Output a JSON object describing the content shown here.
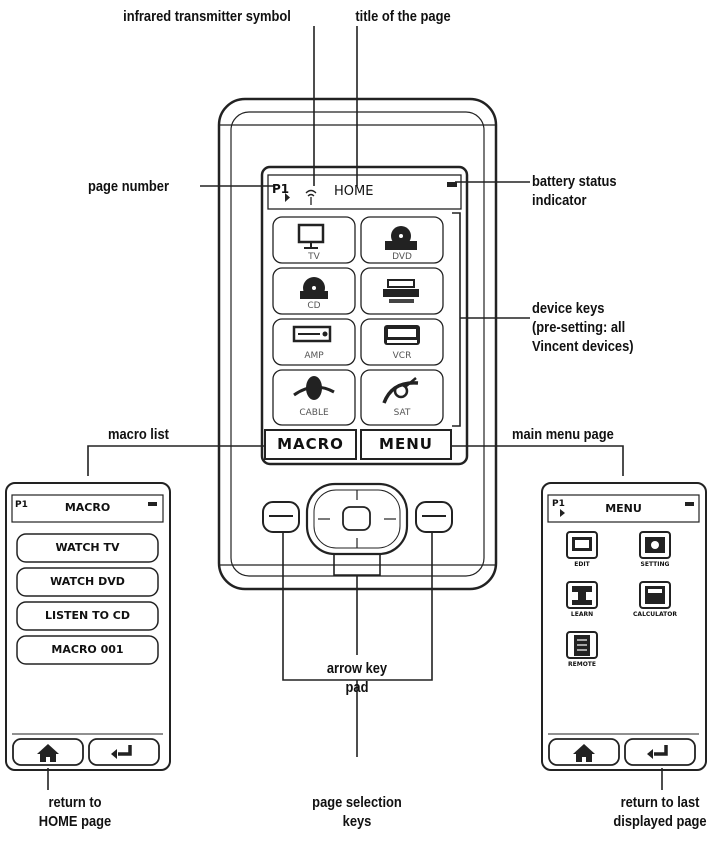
{
  "callouts": {
    "infrared": "infrared transmitter symbol",
    "title": "title of the page",
    "page_number": "page number",
    "battery": "battery status\nindicator",
    "device_keys": "device keys\n(pre-setting: all\nVincent devices)",
    "macro_list": "macro list",
    "main_menu": "main menu page",
    "arrow_pad": "arrow key\npad",
    "return_home": "return to\nHOME page",
    "page_selection": "page selection\nkeys",
    "return_last": "return to last\ndisplayed page"
  },
  "main_screen": {
    "page": "P1",
    "title": "HOME",
    "devices": [
      "TV",
      "DVD",
      "CD",
      "AMP",
      "VCR",
      "CABLE",
      "SAT"
    ],
    "macro_button": "MACRO",
    "menu_button": "MENU"
  },
  "macro_screen": {
    "page": "P1",
    "title": "MACRO",
    "items": [
      "WATCH TV",
      "WATCH DVD",
      "LISTEN TO CD",
      "MACRO 001"
    ]
  },
  "menu_screen": {
    "page": "P1",
    "title": "MENU",
    "items": [
      "EDIT",
      "SETTING",
      "LEARN",
      "CALCULATOR",
      "REMOTE"
    ]
  },
  "icons": [
    "antenna-icon",
    "battery-icon",
    "tv-icon",
    "dvd-icon",
    "cd-icon",
    "vcr-icon",
    "amp-icon",
    "cable-icon",
    "sat-icon",
    "home-icon",
    "return-icon"
  ]
}
